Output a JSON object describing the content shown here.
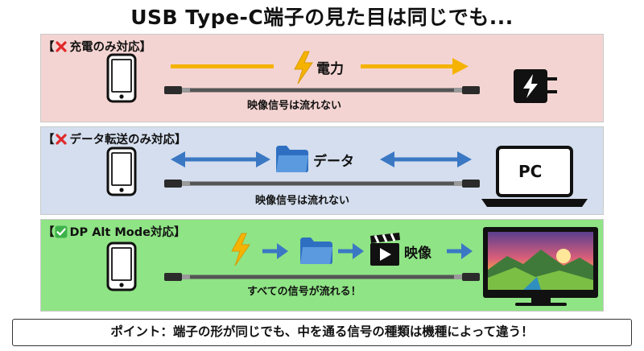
{
  "title": "USB Type-C端子の見た目は同じでも...",
  "panels": [
    {
      "label": "【❌ 充電のみ対応】",
      "signal": "電力",
      "caption": "映像信号は流れない"
    },
    {
      "label": "【❌ データ転送のみ対応】",
      "signal": "データ",
      "caption": "映像信号は流れない",
      "device_text": "PC"
    },
    {
      "label": "【✅ DP Alt Mode対応】",
      "signal": "映像",
      "caption": "すべての信号が流れる！"
    }
  ],
  "note": "ポイント：端子の形が同じでも、中を通る信号の種類は機種によって違う！",
  "colors": {
    "panel1_bg": "#f4d4d2",
    "panel2_bg": "#d4deee",
    "panel3_bg": "#8fe485",
    "power_arrow": "#f5b300",
    "data_arrow": "#3b78c4"
  },
  "icons": [
    "x-mark-icon",
    "check-mark-icon",
    "smartphone-icon",
    "lightning-icon",
    "charger-icon",
    "folder-icon",
    "laptop-icon",
    "clapperboard-icon",
    "monitor-icon",
    "usb-cable-icon"
  ]
}
